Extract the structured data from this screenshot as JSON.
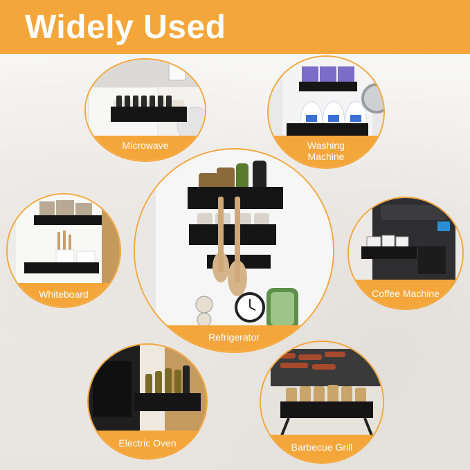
{
  "title": "Widely Used",
  "colors": {
    "accent": "#f4a63a",
    "rack": "#151515",
    "label_text": "#ffffff"
  },
  "scenes": [
    {
      "key": "microwave",
      "label": "Microwave"
    },
    {
      "key": "washing",
      "label": "Washing\nMachine"
    },
    {
      "key": "refrigerator",
      "label": "Refrigerator"
    },
    {
      "key": "whiteboard",
      "label": "Whiteboard"
    },
    {
      "key": "coffee",
      "label": "Coffee Machine"
    },
    {
      "key": "oven",
      "label": "Electric Oven"
    },
    {
      "key": "grill",
      "label": "Barbecue Grill"
    }
  ]
}
